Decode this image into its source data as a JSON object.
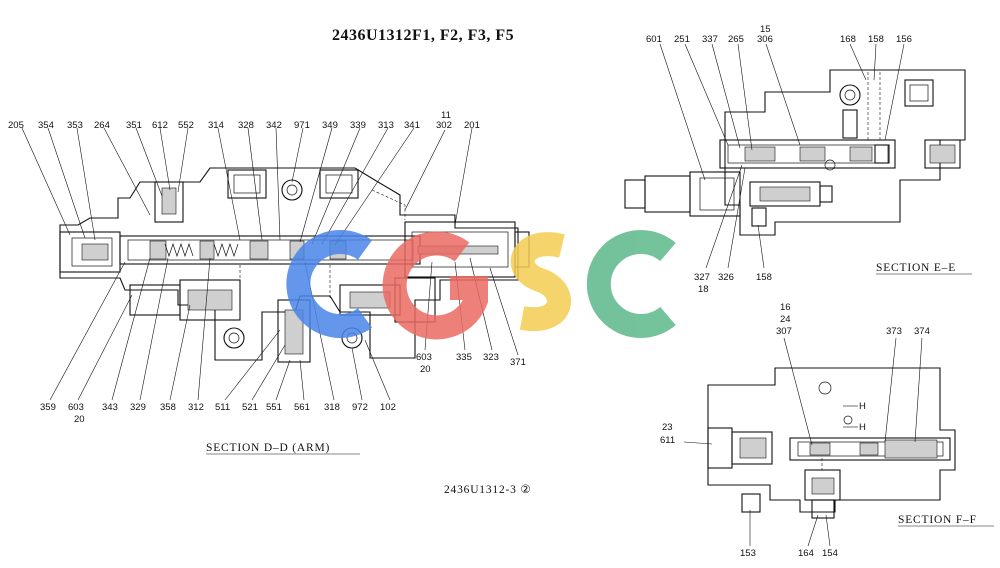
{
  "title": "2436U1312F1, F2, F3, F5",
  "drawing_number": "2436U1312-3 ②",
  "watermark": {
    "text": "CGSC",
    "colors": [
      "#4a86e8",
      "#ea6b62",
      "#f5cd53",
      "#5cb88a"
    ]
  },
  "sections": {
    "dd": "SECTION D–D  (ARM)",
    "ee": "SECTION E–E",
    "ff": "SECTION F–F"
  },
  "dd_labels_top": [
    "205",
    "354",
    "353",
    "264",
    "351",
    "612",
    "552",
    "314",
    "328",
    "342",
    "971",
    "349",
    "339",
    "313",
    "341",
    "11",
    "302",
    "201"
  ],
  "dd_labels_bottom": [
    "359",
    "603",
    "20",
    "343",
    "329",
    "358",
    "312",
    "511",
    "521",
    "551",
    "561",
    "318",
    "972",
    "102",
    "603",
    "20",
    "335",
    "323",
    "371"
  ],
  "ee_labels_top": [
    "601",
    "251",
    "337",
    "265",
    "15",
    "306",
    "168",
    "158",
    "156"
  ],
  "ee_labels_bottom": [
    "327",
    "18",
    "326",
    "158"
  ],
  "ff_labels": [
    "16",
    "24",
    "307",
    "373",
    "374",
    "23",
    "611",
    "H",
    "H",
    "153",
    "164",
    "154"
  ]
}
